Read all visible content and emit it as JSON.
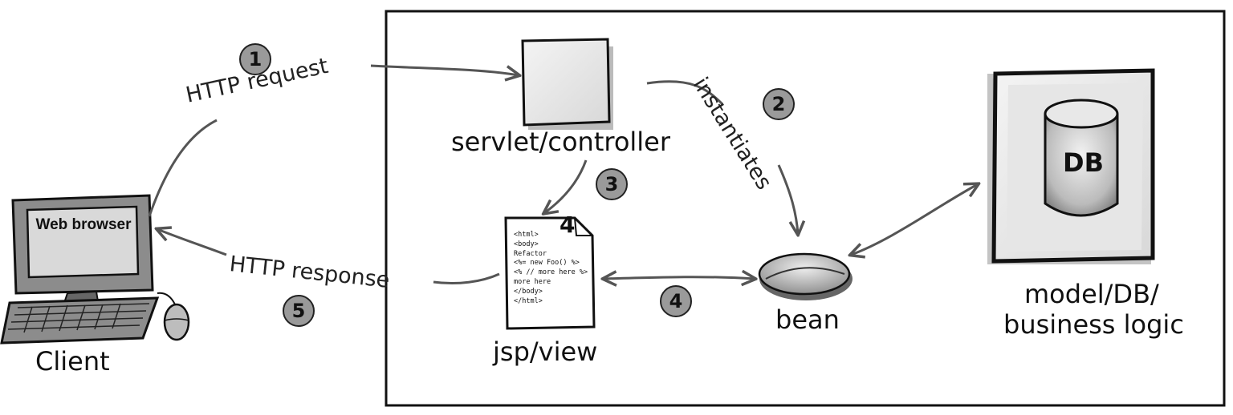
{
  "labels": {
    "client": "Client",
    "web_browser": "Web browser",
    "servlet": "servlet/controller",
    "jsp_view": "jsp/view",
    "bean": "bean",
    "model_line1": "model/DB/",
    "model_line2": "business logic",
    "db": "DB",
    "http_request": "HTTP request",
    "http_response": "HTTP response",
    "instantiates": "instantiates"
  },
  "steps": [
    "1",
    "2",
    "3",
    "4",
    "5"
  ],
  "jsp_badge": "4",
  "code_lines": [
    "<html>",
    "<body>",
    "Refactor",
    "<%= new Foo() %>",
    "<% // more here %>",
    "more here",
    "</body>",
    "</html>"
  ],
  "colors": {
    "step_fill": "#9a9a9a",
    "frame": "#111111",
    "arrow": "#555555"
  }
}
